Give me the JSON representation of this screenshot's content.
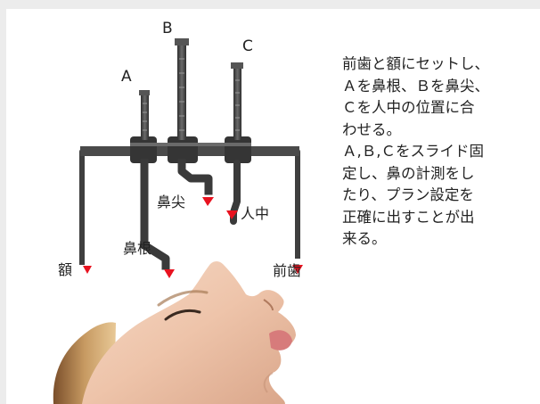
{
  "device": {
    "labels": {
      "a": "A",
      "b": "B",
      "c": "C"
    }
  },
  "points": {
    "forehead": "額",
    "nasal_root": "鼻根",
    "nose_tip": "鼻尖",
    "philtrum": "人中",
    "front_teeth": "前歯"
  },
  "description": {
    "lines": [
      "前歯と額にセットし、",
      "Ａを鼻根、Ｂを鼻尖、",
      "Ｃを人中の位置に合",
      "わせる。",
      "Ａ,Ｂ,Ｃをスライド固",
      "定し、鼻の計測をし",
      "たり、プラン設定を",
      "正確に出すことが出",
      "来る。"
    ]
  },
  "colors": {
    "background": "#ececec",
    "panel": "#ffffff",
    "device": "#404040",
    "marker": "#e8121f",
    "text": "#222222"
  }
}
